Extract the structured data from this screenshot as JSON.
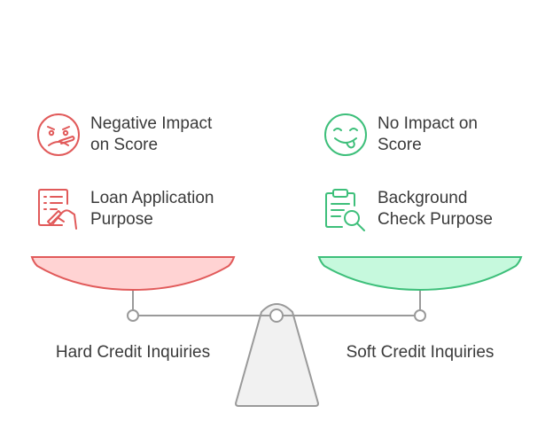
{
  "left": {
    "label": "Hard Credit Inquiries",
    "items": [
      {
        "icon": "frowning-face-icon",
        "line1": "Negative Impact",
        "line2": "on Score"
      },
      {
        "icon": "loan-application-icon",
        "line1": "Loan Application",
        "line2": "Purpose"
      }
    ],
    "color": "#e15a5a",
    "fill": "#ffd3d3"
  },
  "right": {
    "label": "Soft Credit Inquiries",
    "items": [
      {
        "icon": "smiling-face-icon",
        "line1": "No Impact on",
        "line2": "Score"
      },
      {
        "icon": "background-check-icon",
        "line1": "Background",
        "line2": "Check Purpose"
      }
    ],
    "color": "#3dbf7a",
    "fill": "#c6f9dd"
  },
  "scale": {
    "stroke": "#9a9a9a",
    "stand_fill": "#f1f1f1"
  }
}
